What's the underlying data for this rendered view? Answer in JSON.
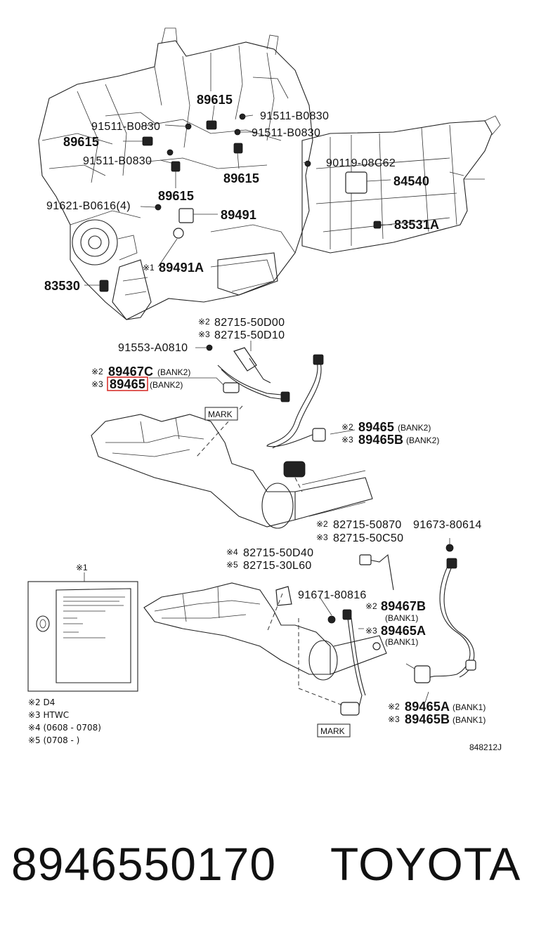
{
  "diagram": {
    "figure_code": "848212J",
    "labels": {
      "l_91511_a": "91511-B0830",
      "l_89615_a": "89615",
      "l_91511_b": "91511-B0830",
      "l_89615_b": "89615",
      "l_91511_c": "91511-B0830",
      "l_91511_d": "91511-B0830",
      "l_89615_c": "89615",
      "l_89615_d": "89615",
      "l_90119": "90119-08C62",
      "l_84540": "84540",
      "l_91621": "91621-B0616(4)",
      "l_89491": "89491",
      "l_83531a": "83531A",
      "l_89491a_mark": "※1",
      "l_89491a": "89491A",
      "l_83530": "83530",
      "l_82715_d00_mark": "※2",
      "l_82715_d00": "82715-50D00",
      "l_82715_d10_mark": "※3",
      "l_82715_d10": "82715-50D10",
      "l_91553": "91553-A0810",
      "l_89467c_mark": "※2",
      "l_89467c": "89467C",
      "l_89467c_bank": "(BANK2)",
      "l_89465_mark": "※3",
      "l_89465_hl": "89465",
      "l_89465_hl_bank": "(BANK2)",
      "l_mark_1": "MARK",
      "l_89465_r_mark": "※2",
      "l_89465_r": "89465",
      "l_89465_r_bank": "(BANK2)",
      "l_89465b_r_mark": "※3",
      "l_89465b_r": "89465B",
      "l_89465b_r_bank": "(BANK2)",
      "l_82715_870_mark": "※2",
      "l_82715_870": "82715-50870",
      "l_91673": "91673-80614",
      "l_82715_c50_mark": "※3",
      "l_82715_c50": "82715-50C50",
      "l_82715_d40_mark": "※4",
      "l_82715_d40": "82715-50D40",
      "l_82715_l60_mark": "※5",
      "l_82715_l60": "82715-30L60",
      "l_91671": "91671-80816",
      "l_89467b_mark": "※2",
      "l_89467b": "89467B",
      "l_89467b_bank": "(BANK1)",
      "l_89465a_mark": "※3",
      "l_89465a": "89465A",
      "l_89465a_bank": "(BANK1)",
      "l_89465a2_mark": "※2",
      "l_89465a2": "89465A",
      "l_89465a2_bank": "(BANK1)",
      "l_89465b2_mark": "※3",
      "l_89465b2": "89465B",
      "l_89465b2_bank": "(BANK1)",
      "l_mark_2": "MARK",
      "l_box_mark": "※1"
    },
    "notes": {
      "n1": "※2 D4",
      "n2": "※3 HTWC",
      "n3": "※4 (0608 - 0708)",
      "n4": "※5 (0708 -       )"
    },
    "highlight_color": "#d8322e"
  },
  "footer": {
    "part_number": "8946550170",
    "brand": "TOYOTA"
  }
}
